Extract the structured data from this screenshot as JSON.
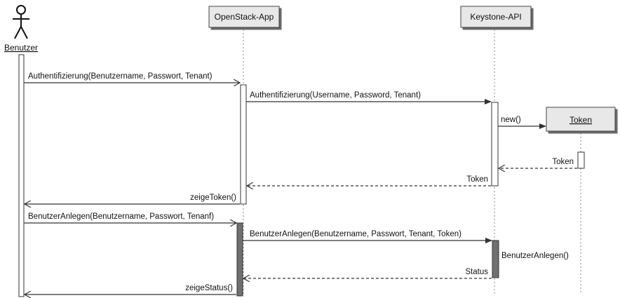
{
  "participants": {
    "actor": "Benutzer",
    "app": "OpenStack-App",
    "api": "Keystone-API",
    "token": "Token"
  },
  "messages": {
    "m1": "Authentifizierung(Benutzername, Passwort, Tenant)",
    "m2": "Authentifizierung(Username, Password, Tenant)",
    "m3": "new()",
    "m4": "Token",
    "m5": "Token",
    "m6": "zeigeToken()",
    "m7": "BenutzerAnlegen(Benutzername, Passwort, Tenanf)",
    "m8": "BenutzerAnlegen(Benutzername, Passwort, Tenant, Token)",
    "m9": "BenutzerAnlegen()",
    "m10": "Status",
    "m11": "zeigeStatus()"
  }
}
